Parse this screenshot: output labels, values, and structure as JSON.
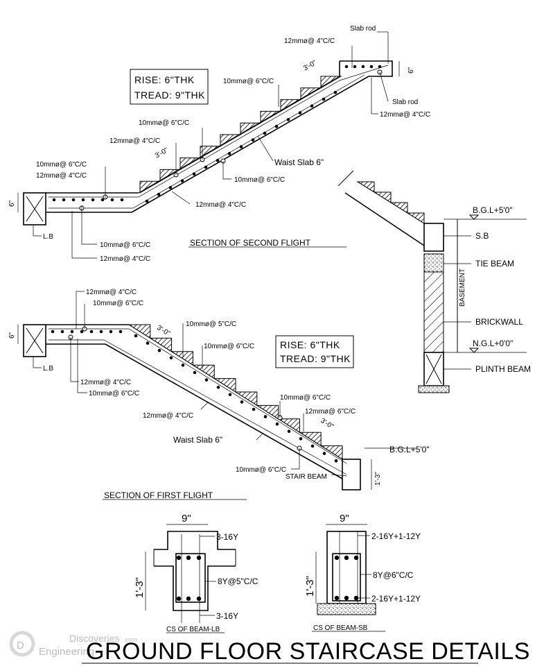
{
  "title": "GROUND FLOOR STAIRCASE DETAILS",
  "watermark": {
    "line1": "Discoveries",
    "line2": "Engineering",
    "suffix": ".com",
    "logo_letter": "D"
  },
  "second_flight": {
    "section_label": "SECTION OF SECOND FLIGHT",
    "rise": "RISE: 6\"THK",
    "tread": "TREAD: 9\"THK",
    "labels": {
      "slab_rod_top": "Slab rod",
      "top_12mm": "12mmø@ 4\"C/C",
      "top_10mm": "10mmø@ 6\"C/C",
      "dim_3ft_a": "3'-0\"",
      "slab_rod_right": "Slab rod",
      "right_12mm": "12mmø@ 4\"C/C",
      "mid_10mm": "10mmø@ 6\"C/C",
      "mid_12mm": "12mmø@ 4\"C/C",
      "dim_3ft_b": "3'-0\"",
      "waist_slab": "Waist Slab 6\"",
      "left_10mm": "10mmø@ 6\"C/C",
      "left_12mm": "12mmø@ 4\"C/C",
      "low_10mm": "10mmø@ 6\"C/C",
      "low_12mm": "12mmø@ 4\"C/C",
      "bot_10mm": "10mmø@ 6\"C/C",
      "bot_12mm": "12mmø@ 4\"C/C",
      "lb": "L.B",
      "dim_6_left": "6\"",
      "dim_6_right": "6\""
    }
  },
  "first_flight": {
    "section_label": "SECTION OF FIRST FLIGHT",
    "rise": "RISE: 6\"THK",
    "tread": "TREAD: 9\"THK",
    "labels": {
      "top_12mm": "12mmø@ 4\"C/C",
      "top_10mm": "10mmø@ 6\"C/C",
      "dim_3ft_a": "3'-0\"",
      "r_10mm_5": "10mmø@ 5\"C/C",
      "r_10mm_6": "10mmø@ 6\"C/C",
      "dim_6_left": "6\"",
      "lb": "L.B",
      "l_12mm": "12mmø@ 4\"C/C",
      "l_10mm": "10mmø@ 6\"C/C",
      "m_12mm": "12mmø@ 4\"C/C",
      "m2_10mm": "10mmø@ 6\"C/C",
      "m2_12mm": "12mmø@ 6\"C/C",
      "dim_3ft_b": "3'-0\"",
      "waist_slab": "Waist Slab 6\"",
      "bot_10mm": "10mmø@ 6\"C/C",
      "stair_beam": "STAIR BEAM",
      "bgl": "B.G.L+5'0\"",
      "dim_1_3": "1'-3\""
    }
  },
  "basement": {
    "bgl": "B.G.L+5'0\"",
    "sb": "S.B",
    "tie_beam": "TIE BEAM",
    "basement": "BASEMENT",
    "brickwall": "BRICKWALL",
    "ngl": "N.G.L+0'0\"",
    "plinth_beam": "PLINTH BEAM"
  },
  "beam_lb": {
    "caption": "CS OF BEAM-LB",
    "width": "9\"",
    "depth": "1'-3\"",
    "top_bars": "3-16Y",
    "stirrup": "8Y@5\"C/C",
    "bottom_bars": "3-16Y"
  },
  "beam_sb": {
    "caption": "CS OF BEAM-SB",
    "width": "9\"",
    "depth": "1'-3\"",
    "top_bars": "2-16Y+1-12Y",
    "stirrup": "8Y@6\"C/C",
    "bottom_bars": "2-16Y+1-12Y"
  }
}
